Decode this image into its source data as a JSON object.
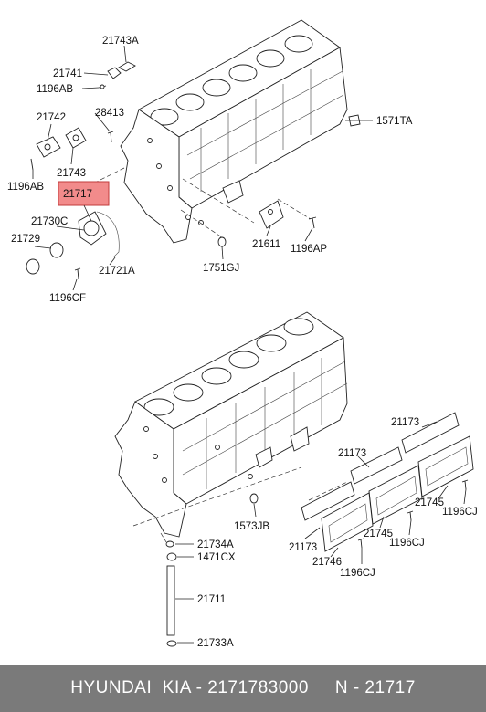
{
  "labels": {
    "l_21743A": "21743A",
    "l_21741": "21741",
    "l_1196AB_top": "1196AB",
    "l_28413": "28413",
    "l_21742": "21742",
    "l_1571TA": "1571TA",
    "l_1196AB_bottom": "1196AB",
    "l_21743": "21743",
    "l_21717": "21717",
    "l_21730C": "21730C",
    "l_21729": "21729",
    "l_21721A": "21721A",
    "l_1196CF": "1196CF",
    "l_21611": "21611",
    "l_1196AP": "1196AP",
    "l_1751GJ": "1751GJ",
    "l_21173_a": "21173",
    "l_21173_b": "21173",
    "l_21173_c": "21173",
    "l_21745_a": "21745",
    "l_21745_b": "21745",
    "l_1196CJ_a": "1196CJ",
    "l_1196CJ_b": "1196CJ",
    "l_1196CJ_c": "1196CJ",
    "l_21746": "21746",
    "l_1573JB": "1573JB",
    "l_21734A": "21734A",
    "l_1471CX": "1471CX",
    "l_21711": "21711",
    "l_21733A": "21733A"
  },
  "highlight": {
    "part": "21717",
    "color": "#f28b8b"
  },
  "footer": {
    "text": "HYUNDAI  KIA - 2171783000     N - 21717",
    "background": "#7a7a7a"
  }
}
